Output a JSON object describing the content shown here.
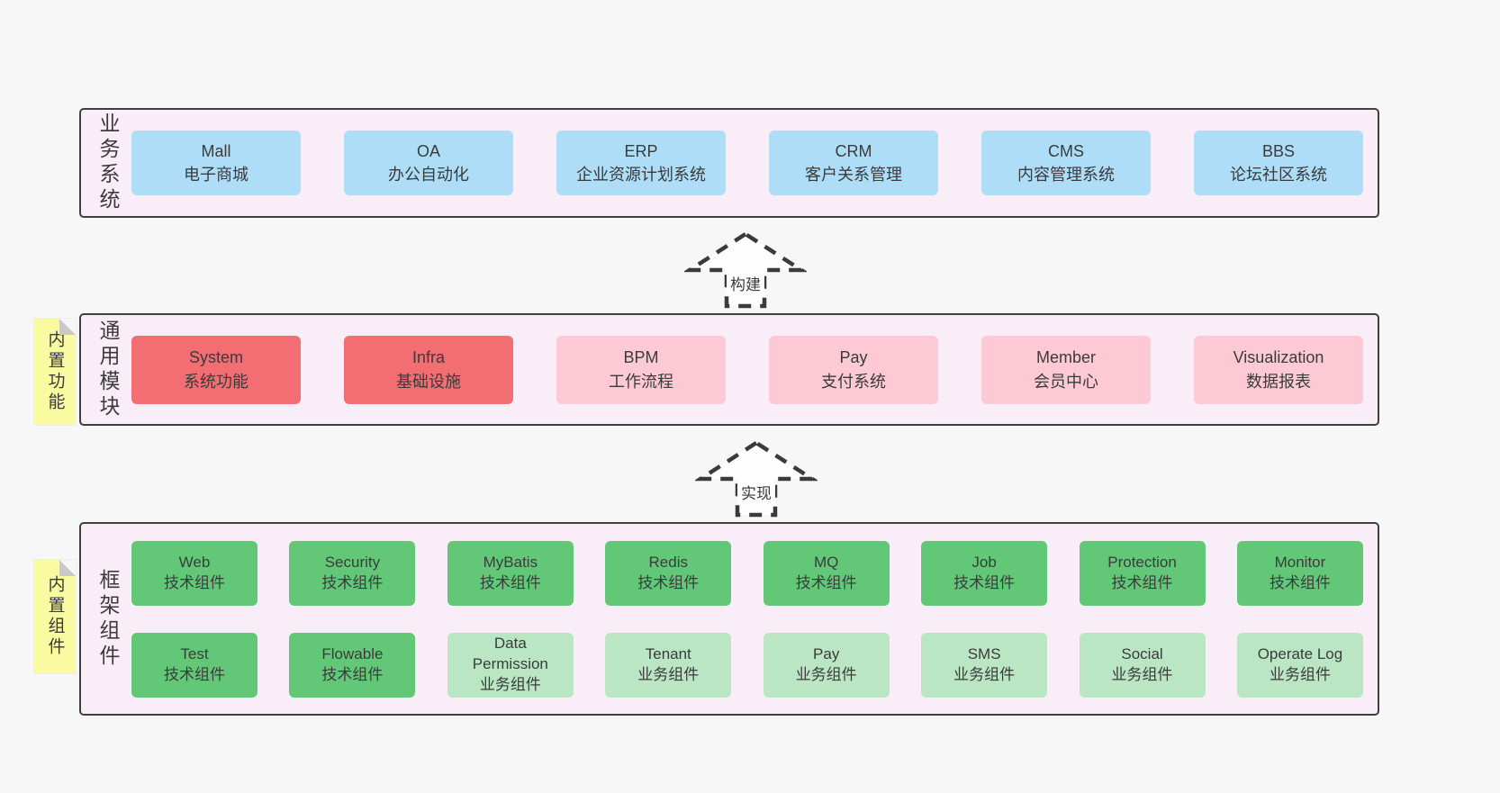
{
  "colors": {
    "page_bg": "#f7f7f7",
    "panel_bg": "#f9eef7",
    "panel_border": "#3f3f3f",
    "node_blue": "#aeddf7",
    "node_red": "#f26e73",
    "node_pink": "#fcc9d4",
    "node_green": "#62c878",
    "node_green_light": "#bae6c4",
    "sticky_yellow": "#fafaa0",
    "text": "#3b3b3b"
  },
  "arrows": [
    {
      "label": "构建"
    },
    {
      "label": "实现"
    }
  ],
  "layers": {
    "business": {
      "side_label": "业务系统",
      "boxes": [
        {
          "title": "Mall",
          "subtitle": "电子商城",
          "variant": "blue"
        },
        {
          "title": "OA",
          "subtitle": "办公自动化",
          "variant": "blue"
        },
        {
          "title": "ERP",
          "subtitle": "企业资源计划系统",
          "variant": "blue"
        },
        {
          "title": "CRM",
          "subtitle": "客户关系管理",
          "variant": "blue"
        },
        {
          "title": "CMS",
          "subtitle": "内容管理系统",
          "variant": "blue"
        },
        {
          "title": "BBS",
          "subtitle": "论坛社区系统",
          "variant": "blue"
        }
      ]
    },
    "modules": {
      "side_label": "通用模块",
      "sticky_label": "内置功能",
      "boxes": [
        {
          "title": "System",
          "subtitle": "系统功能",
          "variant": "red"
        },
        {
          "title": "Infra",
          "subtitle": "基础设施",
          "variant": "red"
        },
        {
          "title": "BPM",
          "subtitle": "工作流程",
          "variant": "pink"
        },
        {
          "title": "Pay",
          "subtitle": "支付系统",
          "variant": "pink"
        },
        {
          "title": "Member",
          "subtitle": "会员中心",
          "variant": "pink"
        },
        {
          "title": "Visualization",
          "subtitle": "数据报表",
          "variant": "pink"
        }
      ]
    },
    "components": {
      "side_label": "框架组件",
      "sticky_label": "内置组件",
      "rows": [
        [
          {
            "title": "Web",
            "subtitle": "技术组件",
            "variant": "green"
          },
          {
            "title": "Security",
            "subtitle": "技术组件",
            "variant": "green"
          },
          {
            "title": "MyBatis",
            "subtitle": "技术组件",
            "variant": "green"
          },
          {
            "title": "Redis",
            "subtitle": "技术组件",
            "variant": "green"
          },
          {
            "title": "MQ",
            "subtitle": "技术组件",
            "variant": "green"
          },
          {
            "title": "Job",
            "subtitle": "技术组件",
            "variant": "green"
          },
          {
            "title": "Protection",
            "subtitle": "技术组件",
            "variant": "green"
          },
          {
            "title": "Monitor",
            "subtitle": "技术组件",
            "variant": "green"
          }
        ],
        [
          {
            "title": "Test",
            "subtitle": "技术组件",
            "variant": "green"
          },
          {
            "title": "Flowable",
            "subtitle": "技术组件",
            "variant": "green"
          },
          {
            "title": "Data Permission",
            "subtitle": "业务组件",
            "variant": "green-light"
          },
          {
            "title": "Tenant",
            "subtitle": "业务组件",
            "variant": "green-light"
          },
          {
            "title": "Pay",
            "subtitle": "业务组件",
            "variant": "green-light"
          },
          {
            "title": "SMS",
            "subtitle": "业务组件",
            "variant": "green-light"
          },
          {
            "title": "Social",
            "subtitle": "业务组件",
            "variant": "green-light"
          },
          {
            "title": "Operate Log",
            "subtitle": "业务组件",
            "variant": "green-light"
          }
        ]
      ]
    }
  }
}
